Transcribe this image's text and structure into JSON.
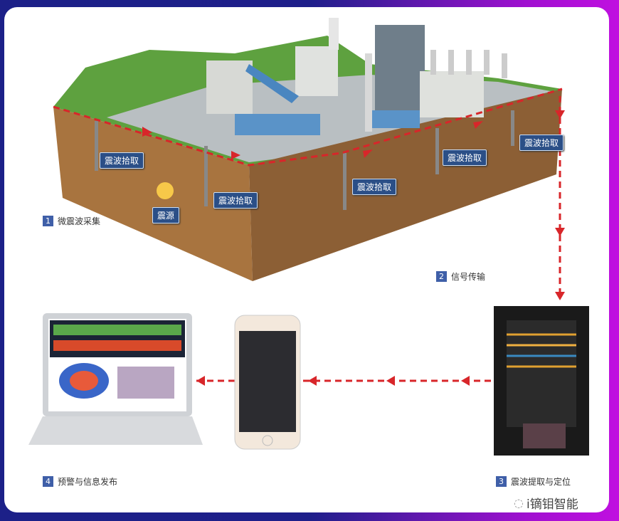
{
  "pickup_labels": [
    "震波拾取",
    "震波拾取",
    "震波拾取",
    "震波拾取",
    "震波拾取"
  ],
  "source_label": "震源",
  "steps": [
    {
      "num": "1",
      "label": "微震波采集"
    },
    {
      "num": "2",
      "label": "信号传输"
    },
    {
      "num": "3",
      "label": "震波提取与定位"
    },
    {
      "num": "4",
      "label": "预警与信息发布"
    }
  ],
  "watermark": "i镝钼智能",
  "colors": {
    "arrow": "#d8262a",
    "tag": "#2b4f87",
    "grass": "#4f9a35",
    "soil": "#9a6a3e"
  }
}
